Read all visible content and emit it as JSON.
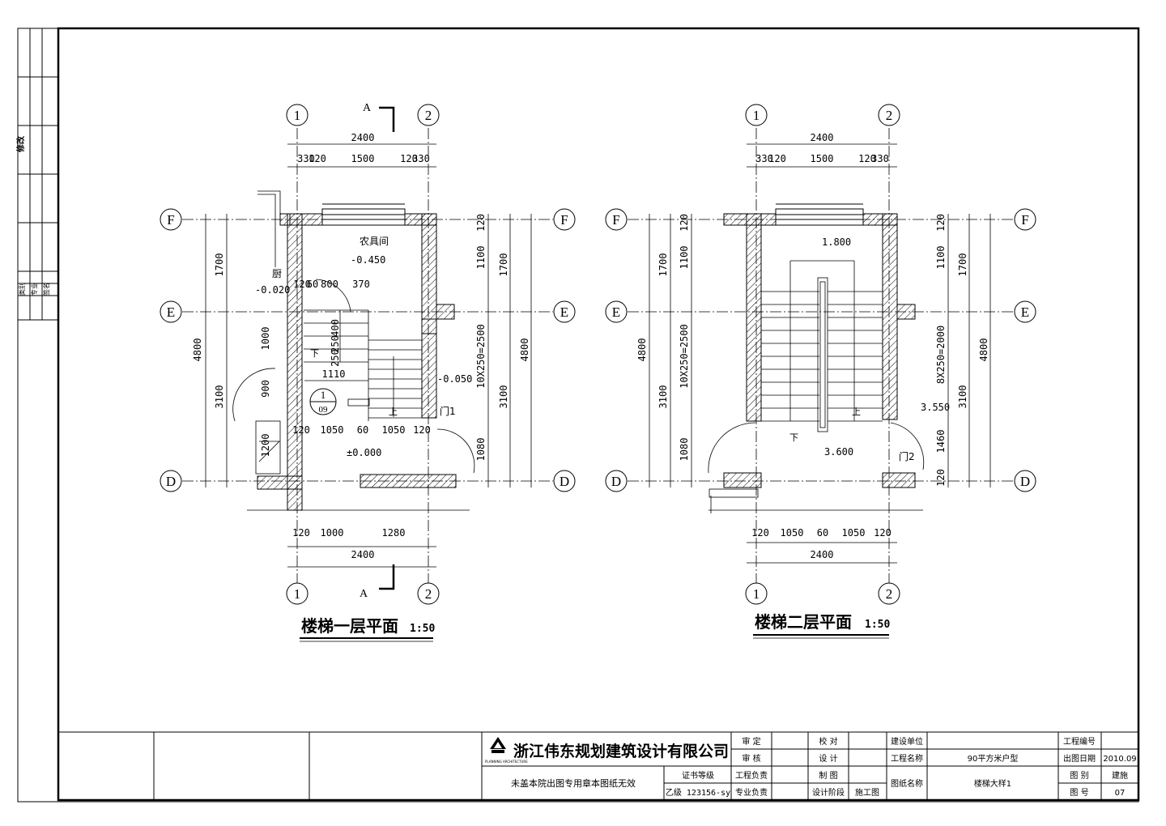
{
  "sheet": {
    "left_strip": {
      "label": "修改",
      "stack_labels": [
        "类别",
        "专业",
        "签名"
      ]
    },
    "plans": [
      {
        "title": "楼梯一层平面",
        "scale": "1:50",
        "axes": {
          "vertical": [
            "1",
            "2"
          ],
          "horizontal": [
            "F",
            "E",
            "D"
          ]
        },
        "section_label": "A",
        "room_name": "农具间",
        "room_left": "厨",
        "levels": [
          "-0.450",
          "-0.020",
          "-0.050",
          "±0.000"
        ],
        "door_label": "门1",
        "detail_mark": {
          "top": "1",
          "bottom": "09"
        },
        "up_mark": "上",
        "down_mark": "下",
        "dims": {
          "top_total": "2400",
          "top_parts": [
            "330",
            "120",
            "1500",
            "120",
            "330"
          ],
          "bottom_parts": [
            "120",
            "1000",
            "1280"
          ],
          "bottom_total": "2400",
          "left_overall": "4800",
          "left_1": "1700",
          "left_2": "3100",
          "right_overall": "4800",
          "right_1": "1700",
          "right_2": "3100",
          "right_inner": [
            "120",
            "1100",
            "10X250=2500",
            "1080"
          ],
          "inner": [
            "120",
            "60",
            "800",
            "370",
            "400",
            "250",
            "250",
            "1110",
            "1000",
            "900",
            "1200",
            "120",
            "1050",
            "60",
            "1050",
            "120"
          ]
        }
      },
      {
        "title": "楼梯二层平面",
        "scale": "1:50",
        "axes": {
          "vertical": [
            "1",
            "2"
          ],
          "horizontal": [
            "F",
            "E",
            "D"
          ]
        },
        "levels": [
          "1.800",
          "3.550",
          "3.600"
        ],
        "door_label": "门2",
        "up_mark": "上",
        "down_mark": "下",
        "dims": {
          "top_total": "2400",
          "top_parts": [
            "330",
            "120",
            "1500",
            "120",
            "330"
          ],
          "bottom_parts": [
            "120",
            "1050",
            "60",
            "1050",
            "120"
          ],
          "bottom_total": "2400",
          "left_overall": "4800",
          "left_1": "1700",
          "left_2": "3100",
          "left_inner": [
            "120",
            "1100",
            "10X250=2500",
            "1080"
          ],
          "right_overall": "4800",
          "right_1": "1700",
          "right_2": "3100",
          "right_inner": [
            "120",
            "1100",
            "8X250=2000",
            "1460",
            "120"
          ]
        }
      }
    ],
    "title_block": {
      "company": "浙江伟东规划建筑设计有限公司",
      "logo_caption": "PLANNING ARCHITECTURE",
      "notice": "未盖本院出图专用章本图纸无效",
      "cert_label": "证书等级",
      "cert_value": "乙级 123156-sy",
      "roles": [
        "审 定",
        "审 核",
        "工程负责",
        "专业负责"
      ],
      "roles2": [
        "校 对",
        "设 计",
        "制 图",
        "设计阶段"
      ],
      "stage_value": "施工图",
      "build_unit_label": "建设单位",
      "project_name_label": "工程名称",
      "project_name": "90平方米户型",
      "drawing_name_label": "图纸名称",
      "drawing_name": "楼梯大样1",
      "project_no_label": "工程编号",
      "date_label": "出图日期",
      "date_value": "2010.09",
      "category_label": "图 别",
      "category_value": "建施",
      "sheet_no_label": "图 号",
      "sheet_no_value": "07"
    }
  }
}
